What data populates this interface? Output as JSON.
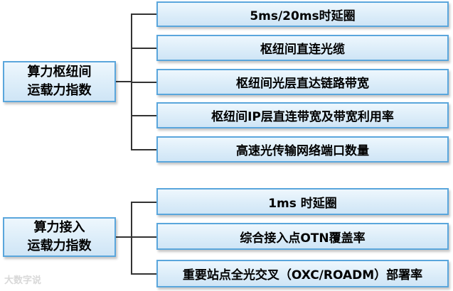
{
  "group1": {
    "root": {
      "line1": "算力枢纽间",
      "line2": "运载力指数"
    },
    "items": [
      "5ms/20ms时延圈",
      "枢纽间直连光缆",
      "枢纽间光层直达链路带宽",
      "枢纽间IP层直连带宽及带宽利用率",
      "高速光传输网络端口数量"
    ]
  },
  "group2": {
    "root": {
      "line1": "算力接入",
      "line2": "运载力指数"
    },
    "items": [
      "1ms 时延圈",
      "综合接入点OTN覆盖率",
      "重要站点全光交叉（OXC/ROADM）部署率"
    ]
  },
  "watermark": "大数字说"
}
